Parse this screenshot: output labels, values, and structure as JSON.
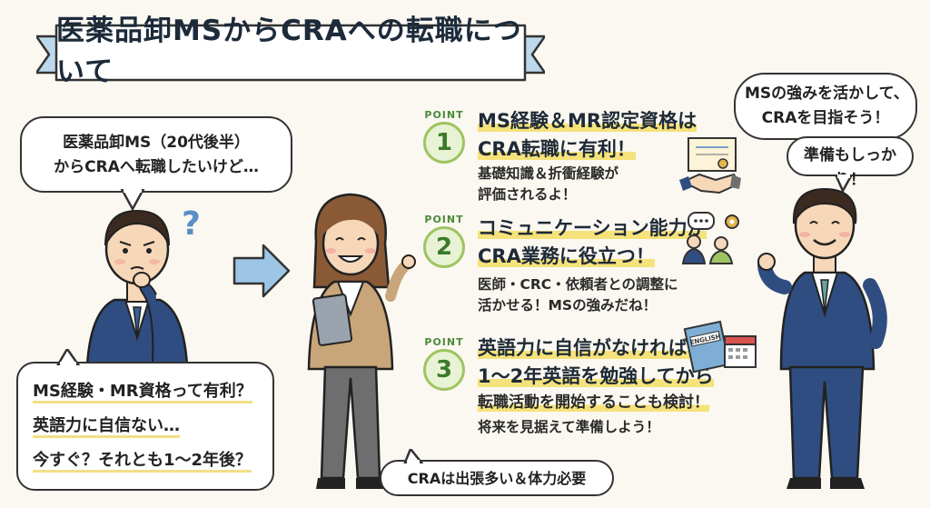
{
  "title": "医薬品卸MSからCRAへの転職について",
  "student_bubble": [
    "医薬品卸MS（20代後半）",
    "からCRAへ転職したいけど…"
  ],
  "question_mark": "?",
  "questions": [
    "MS経験・MR資格って有利？",
    "英語力に自信ない…",
    "今すぐ？それとも1〜2年後？"
  ],
  "manager_bubble": [
    "MSの強みを活かして、",
    "CRAを目指そう！"
  ],
  "ready_bubble": "準備もしっかり！",
  "note_bubble": "CRAは出張多い＆体力必要",
  "point_word": "POINT",
  "points": [
    {
      "number": "1",
      "heading": [
        "MS経験＆MR認定資格は",
        "CRA転職に有利！"
      ],
      "body": [
        "基礎知識＆折衝経験が",
        "評価されるよ！"
      ],
      "icon": "certificate-handshake-icon"
    },
    {
      "number": "2",
      "heading": [
        "コミュニケーション能力が",
        "CRA業務に役立つ！"
      ],
      "body": [
        "医師・CRC・依頼者との調整に",
        "活かせる！MSの強みだね！"
      ],
      "icon": "people-chat-gear-icon"
    },
    {
      "number": "3",
      "heading": [
        "英語力に自信がなければ、",
        "1〜2年英語を勉強してから",
        "転職活動を開始することも検討！"
      ],
      "body": [
        "将来を見据えて準備しよう！"
      ],
      "icon": "english-book-calendar-icon"
    }
  ],
  "book_label": "ENGLISH",
  "colors": {
    "accent_green": "#9fc463",
    "highlight_yellow": "#f5e27a",
    "banner_blue": "#bcd8ec",
    "suit_navy": "#2f4d80"
  }
}
